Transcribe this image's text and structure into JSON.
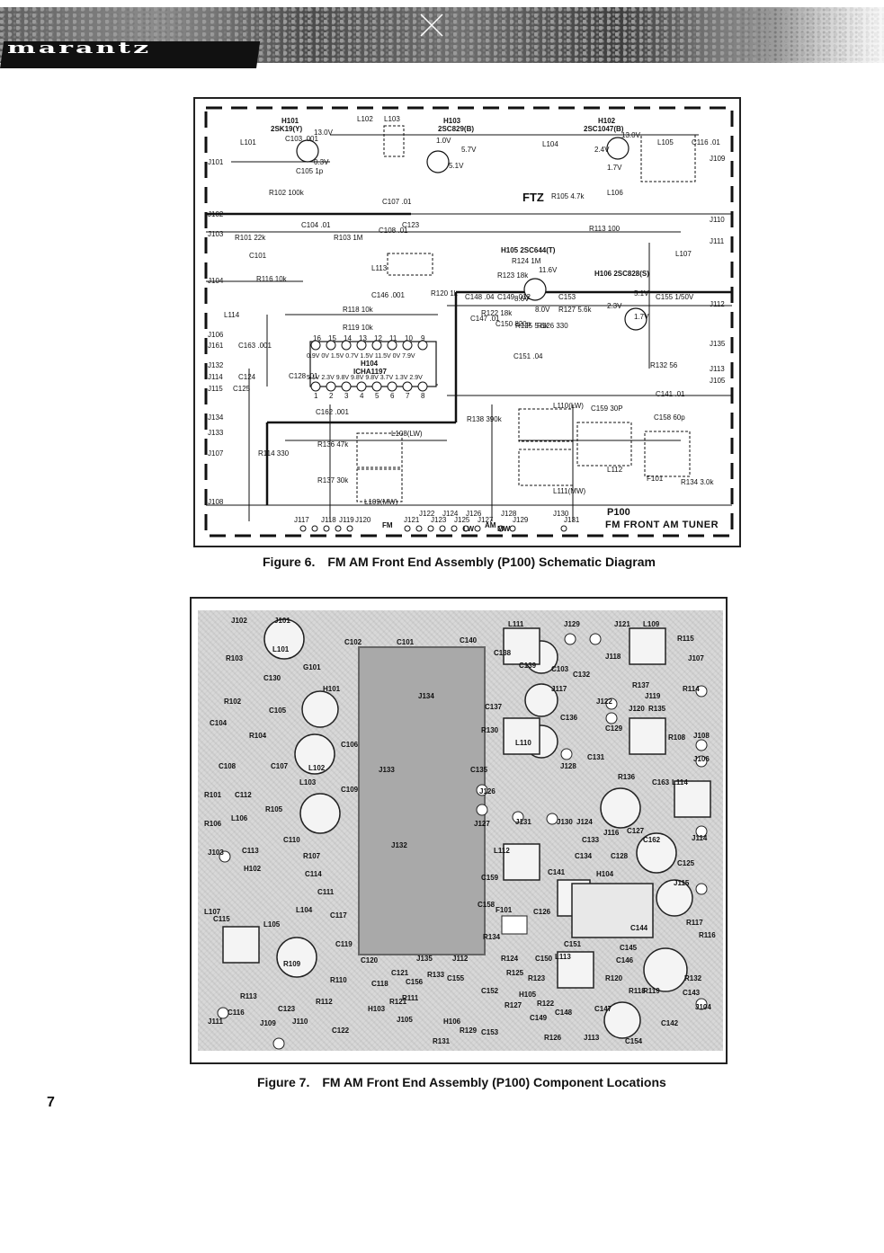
{
  "header": {
    "brand": "marantz"
  },
  "page_number": "7",
  "figure6": {
    "caption_number": "Figure 6.",
    "caption_title": "FM AM Front End Assembly (P100) Schematic Diagram",
    "transistors": [
      "H101",
      "2SK19(Y)",
      "H103",
      "2SC829(B)",
      "H102",
      "2SC1047(B)",
      "H105 2SC644(T)",
      "H106 2SC828(S)"
    ],
    "ic": [
      "H104",
      "ICHA1197"
    ],
    "ftz_label": "FTZ",
    "voltages": [
      "13.0V",
      "0.3V",
      "1.0V",
      "5.7V",
      "5.1V",
      "2.4V",
      "13.0V",
      "1.7V",
      "11.6V",
      "8.6V",
      "8.0V",
      "2.3V",
      "5.1V",
      "1.7V"
    ],
    "ic_pins_top": [
      "16",
      "15",
      "14",
      "13",
      "12",
      "11",
      "10",
      "9"
    ],
    "ic_pins_bottom": [
      "1",
      "2",
      "3",
      "4",
      "5",
      "6",
      "7",
      "8"
    ],
    "ic_voltages_top": "0.9V 0V 1.5V 0.7V 1.5V 11.5V 0V 7.9V",
    "ic_voltages_bottom": "5.1V 2.3V 9.8V 9.8V 9.8V 3.7V 1.3V 2.9V",
    "components": [
      "L101",
      "L102",
      "L103",
      "L104",
      "L105",
      "L106",
      "L107",
      "L108(LW)",
      "L109(MW)",
      "L110(LW)",
      "L111(MW)",
      "L112",
      "L113",
      "L114",
      "C101",
      "C103 .001",
      "C104 .01",
      "C105 1p",
      "C107 .01",
      "C108 .01",
      "C116 .01",
      "C123",
      "C124",
      "C125",
      "C128 .01",
      "C141 .01",
      "C146 .001",
      "C147 .01",
      "C148 .04",
      "C149 .012",
      "C150 820p",
      "C151 .04",
      "C153",
      "C155 1/50V",
      "C158 60p",
      "C159 30P",
      "C162 .001",
      "C163 .001",
      "R101 22k",
      "R102 100k",
      "R103 1M",
      "R105 4.7k",
      "R113 100",
      "R114 330",
      "R116 10k",
      "R118 10k",
      "R119 10k",
      "R120 1k",
      "R122 18k",
      "R123 18k",
      "R124 1M",
      "R125 5.6k",
      "R126 330",
      "R127 5.6k",
      "R132 56",
      "R134 3.0k",
      "R136 47k",
      "R137 30k",
      "R138 390k",
      "F101"
    ],
    "jacks_left": [
      "J101",
      "J102",
      "J103",
      "J104",
      "J106",
      "J161",
      "J132",
      "J114",
      "J115",
      "J134",
      "J133",
      "J107",
      "J108"
    ],
    "jacks_right": [
      "J109",
      "J110",
      "J111",
      "J112",
      "J135",
      "J113",
      "J105"
    ],
    "jacks_bottom": [
      "J117",
      "J118",
      "J119",
      "J120",
      "J121",
      "J122",
      "J123",
      "J124",
      "J125",
      "J126",
      "J127",
      "J128",
      "J129",
      "J130",
      "J131"
    ],
    "bottom_labels": [
      "FM",
      "AM",
      "LW",
      "MW"
    ],
    "p100": "P100",
    "tuner_label": "FM FRONT AM TUNER"
  },
  "figure7": {
    "caption_number": "Figure 7.",
    "caption_title": "FM AM Front End Assembly (P100) Component Locations",
    "labels": [
      "J102",
      "J101",
      "L101",
      "C101",
      "C140",
      "L111",
      "J129",
      "J121",
      "L109",
      "R115",
      "R103",
      "C102",
      "C138",
      "J107",
      "G101",
      "C103",
      "J118",
      "C130",
      "R102",
      "H101",
      "J134",
      "C139",
      "C132",
      "J117",
      "R137",
      "J119",
      "C104",
      "C105",
      "J122",
      "J120",
      "R135",
      "R114",
      "R104",
      "C106",
      "C137",
      "C136",
      "C129",
      "J108",
      "L110",
      "R108",
      "J106",
      "C108",
      "C107",
      "L102",
      "R136",
      "R130",
      "J128",
      "C131",
      "L103",
      "J133",
      "C135",
      "C163",
      "L114",
      "R101",
      "C112",
      "C109",
      "J126",
      "C125",
      "R106",
      "L106",
      "R105",
      "J131",
      "J130",
      "J124",
      "J116",
      "C127",
      "C110",
      "J127",
      "C133",
      "C162",
      "J114",
      "J103",
      "C113",
      "R107",
      "J132",
      "L112",
      "C134",
      "C128",
      "H102",
      "C114",
      "C159",
      "C141",
      "H104",
      "J115",
      "C111",
      "F101",
      "C126",
      "R117",
      "L107",
      "C115",
      "L105",
      "L104",
      "C117",
      "C158",
      "R134",
      "C144",
      "R116",
      "C119",
      "C151",
      "L113",
      "C145",
      "C146",
      "R109",
      "C120",
      "C121",
      "J135",
      "J112",
      "C150",
      "R124",
      "R110",
      "C118",
      "R133",
      "C155",
      "R125",
      "R123",
      "R111",
      "R120",
      "C143",
      "R113",
      "R112",
      "C156",
      "C152",
      "H105",
      "R122",
      "R118",
      "R119",
      "J111",
      "C116",
      "C123",
      "H103",
      "R121",
      "R127",
      "C148",
      "C147",
      "C149",
      "J104",
      "J109",
      "J110",
      "C122",
      "J105",
      "C153",
      "R126",
      "J113",
      "C154",
      "C142",
      "R129",
      "R131",
      "H106",
      "R132"
    ]
  }
}
